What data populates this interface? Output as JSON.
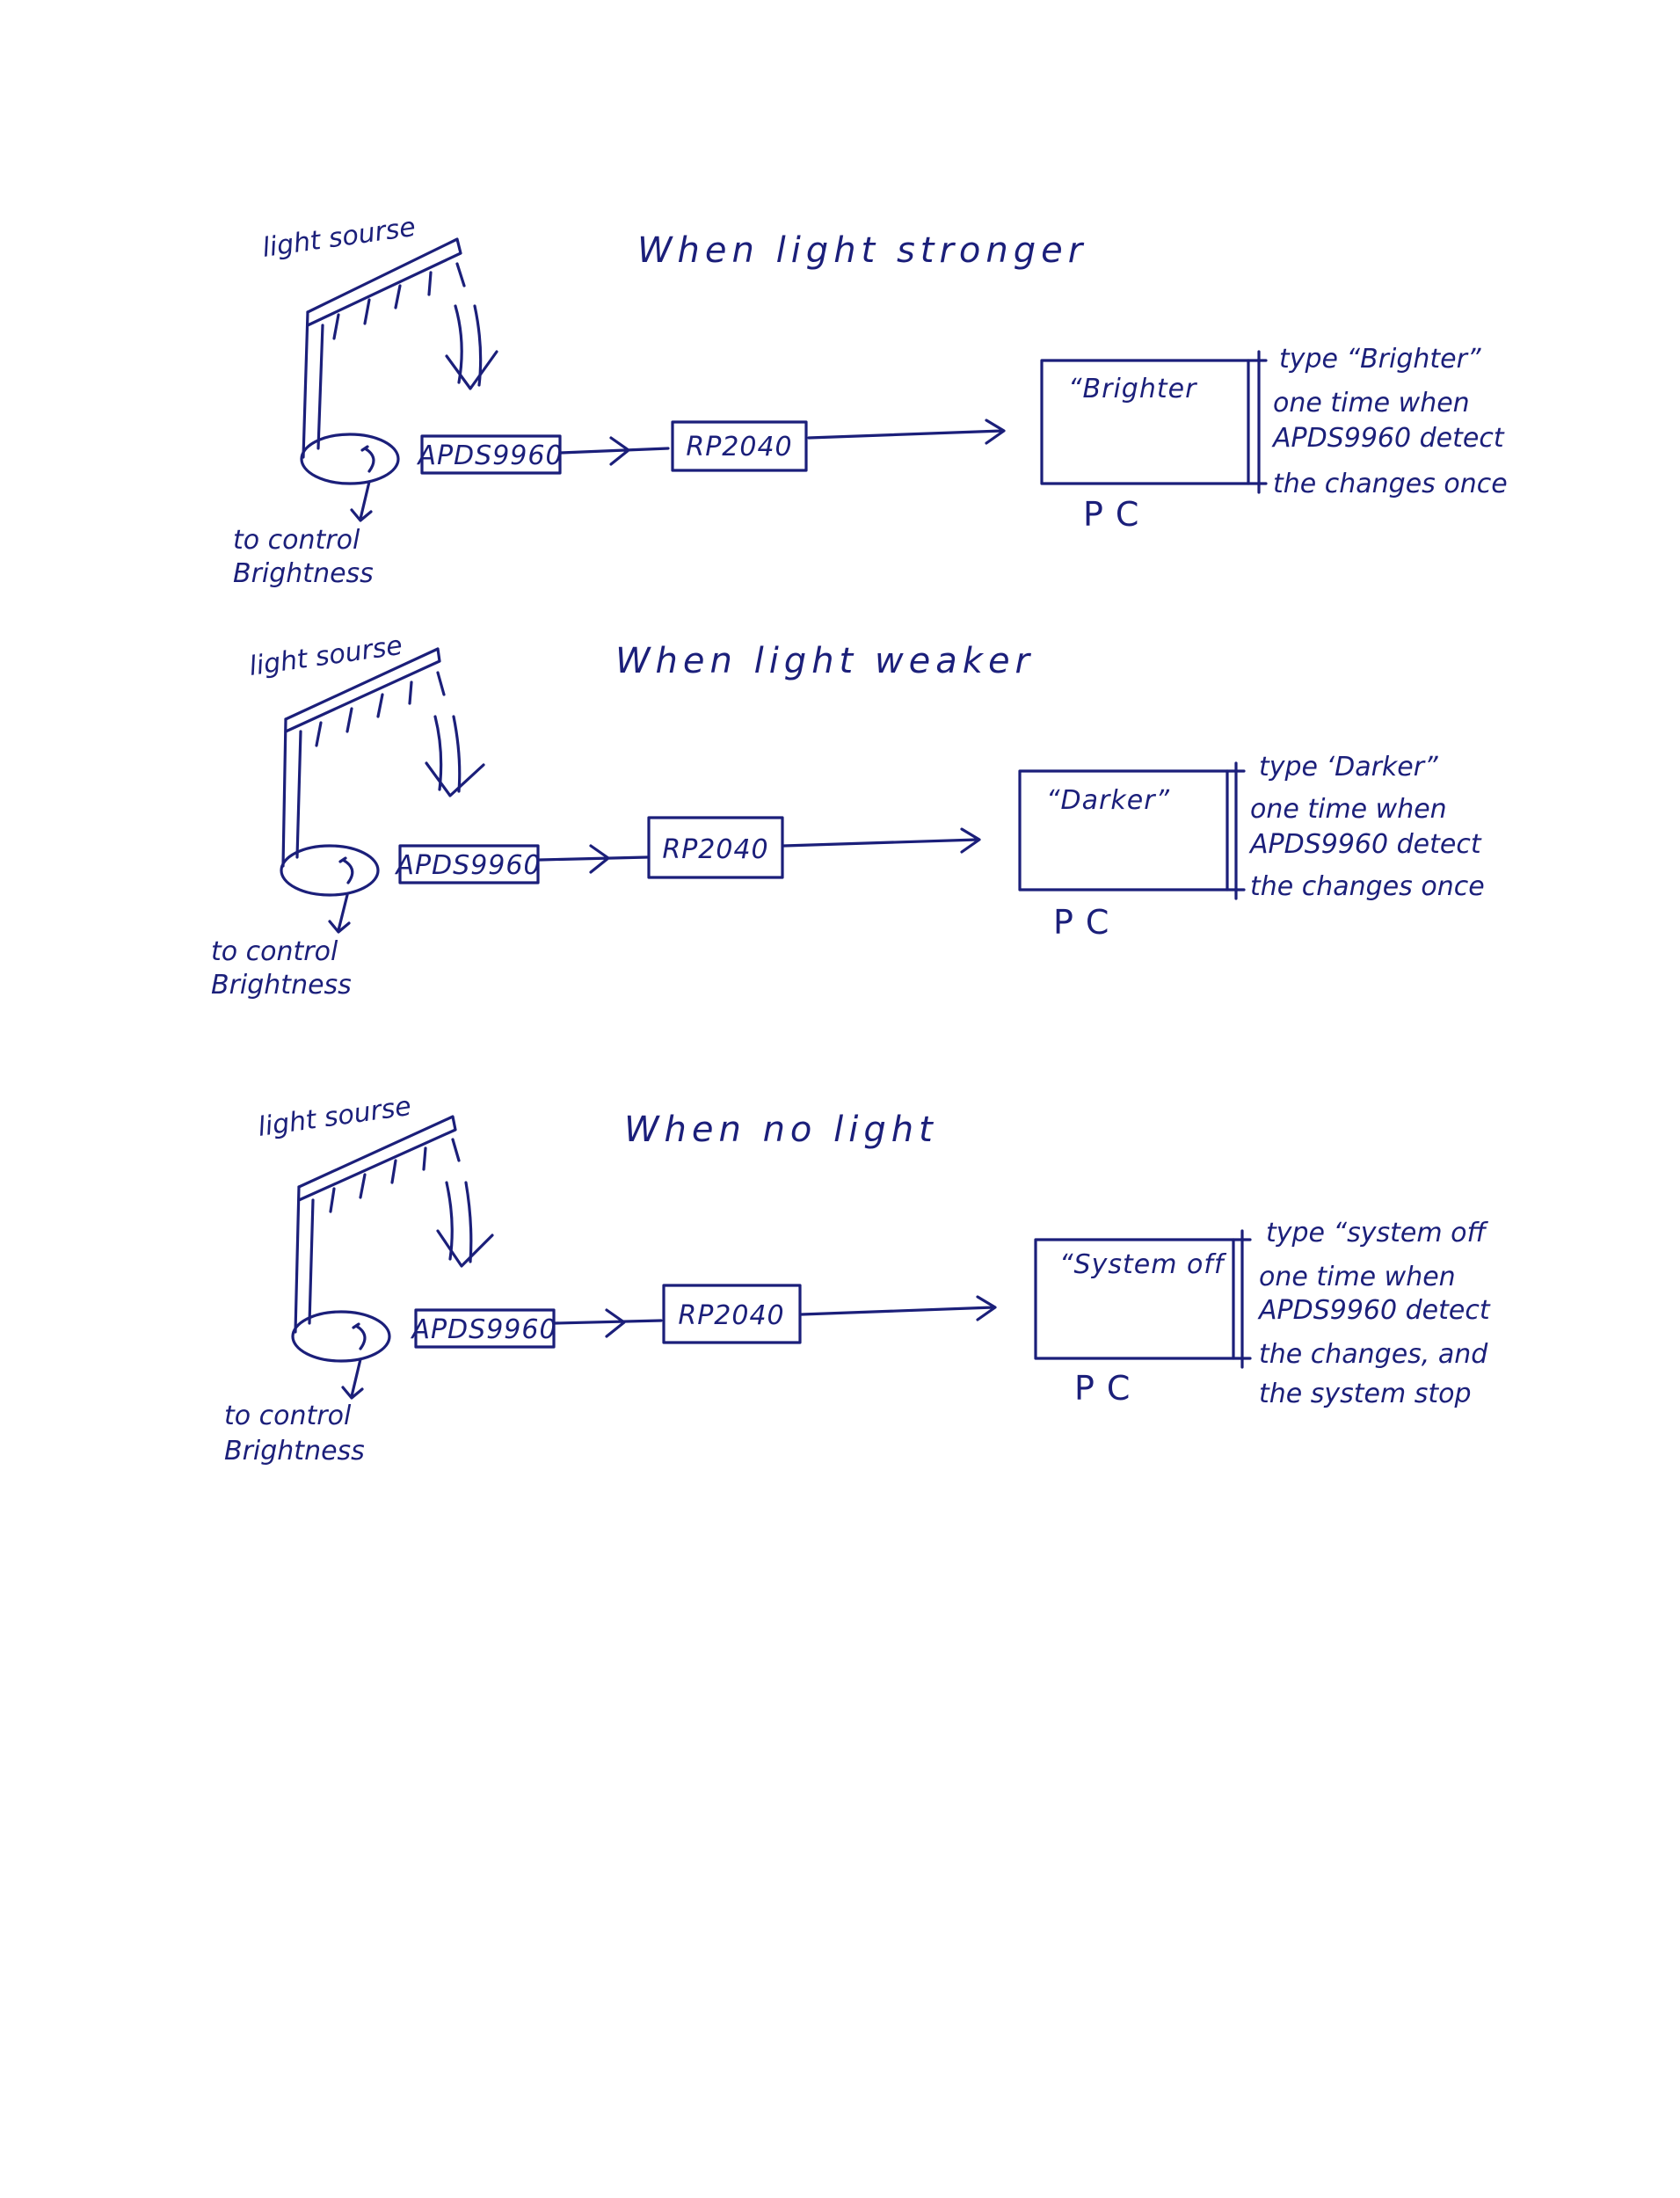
{
  "ink_color": "#1b1f7a",
  "panels": [
    {
      "title": "When light stronger",
      "light_source": "light sourse",
      "sensor": "APDS9960",
      "controller": "RP2040",
      "screen_text": "“Brighter",
      "pc_label": "PC",
      "note_lines": [
        "type “Brighter”",
        "one time when",
        "APDS9960 detect",
        "the changes once"
      ],
      "knob_lines": [
        "to control",
        "Brightness"
      ]
    },
    {
      "title": "When light weaker",
      "light_source": "light sourse",
      "sensor": "APDS9960",
      "controller": "RP2040",
      "screen_text": "“Darker”",
      "pc_label": "PC",
      "note_lines": [
        "type ‘Darker”",
        "one time when",
        "APDS9960 detect",
        "the changes once"
      ],
      "knob_lines": [
        "to control",
        "Brightness"
      ]
    },
    {
      "title": "When no light",
      "light_source": "light sourse",
      "sensor": "APDS9960",
      "controller": "RP2040",
      "screen_text": "“System off",
      "pc_label": "PC",
      "note_lines": [
        "type “system off",
        "one time when",
        "APDS9960 detect",
        "the changes, and",
        "the system stop"
      ],
      "knob_lines": [
        "to control",
        "Brightness"
      ]
    }
  ]
}
